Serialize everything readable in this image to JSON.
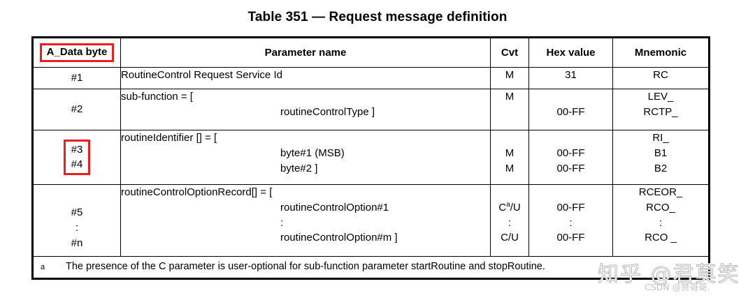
{
  "table": {
    "title": "Table 351 — Request message definition",
    "headers": {
      "byte": "A_Data byte",
      "parameter": "Parameter name",
      "cvt": "Cvt",
      "hex": "Hex value",
      "mnemonic": "Mnemonic"
    },
    "highlight_color": "#ee1c1c",
    "highlighted_cells": [
      "A_Data byte",
      "#3 / #4"
    ],
    "rows": [
      {
        "byte_lines": [
          "#1"
        ],
        "byte_highlighted": false,
        "param_lines": [
          {
            "text": "RoutineControl Request Service Id",
            "indent": false
          }
        ],
        "cvt_lines": [
          "M"
        ],
        "hex_lines": [
          "31"
        ],
        "mnemonic_lines": [
          "RC"
        ]
      },
      {
        "byte_lines": [
          "#2"
        ],
        "byte_highlighted": false,
        "param_lines": [
          {
            "text": "sub-function = [",
            "indent": false
          },
          {
            "text": "routineControlType ]",
            "indent": true
          }
        ],
        "cvt_lines": [
          "M",
          ""
        ],
        "hex_lines": [
          "",
          "00-FF"
        ],
        "mnemonic_lines": [
          "LEV_",
          "RCTP_"
        ]
      },
      {
        "byte_lines": [
          "#3",
          "#4"
        ],
        "byte_highlighted": true,
        "param_lines": [
          {
            "text": "routineIdentifier [] = [",
            "indent": false
          },
          {
            "text": "byte#1 (MSB)",
            "indent": true
          },
          {
            "text": "byte#2 ]",
            "indent": true
          }
        ],
        "cvt_lines": [
          "",
          "M",
          "M"
        ],
        "hex_lines": [
          "",
          "00-FF",
          "00-FF"
        ],
        "mnemonic_lines": [
          "RI_",
          "B1",
          "B2"
        ]
      },
      {
        "byte_lines": [
          "#5",
          ":",
          "#n"
        ],
        "byte_highlighted": false,
        "param_lines": [
          {
            "text": "routineControlOptionRecord[] = [",
            "indent": false
          },
          {
            "text": "routineControlOption#1",
            "indent": true
          },
          {
            "text": ":",
            "indent": true
          },
          {
            "text": "routineControlOption#m ]",
            "indent": true
          }
        ],
        "cvt_lines": [
          "",
          "C&sup;/U",
          ":",
          "C/U"
        ],
        "cvt_lines_plain": [
          "",
          "Ca/U",
          ":",
          "C/U"
        ],
        "hex_lines": [
          "",
          "00-FF",
          ":",
          "00-FF"
        ],
        "mnemonic_lines": [
          "RCEOR_",
          "RCO_",
          ":",
          "RCO _"
        ]
      }
    ],
    "footnote": {
      "marker": "a",
      "text": "The presence of the C parameter is user-optional for sub-function parameter startRoutine and stopRoutine."
    }
  },
  "watermarks": {
    "zhihu": "知乎 @君莫笑",
    "csdn": "CSDN @赞哥哥."
  }
}
